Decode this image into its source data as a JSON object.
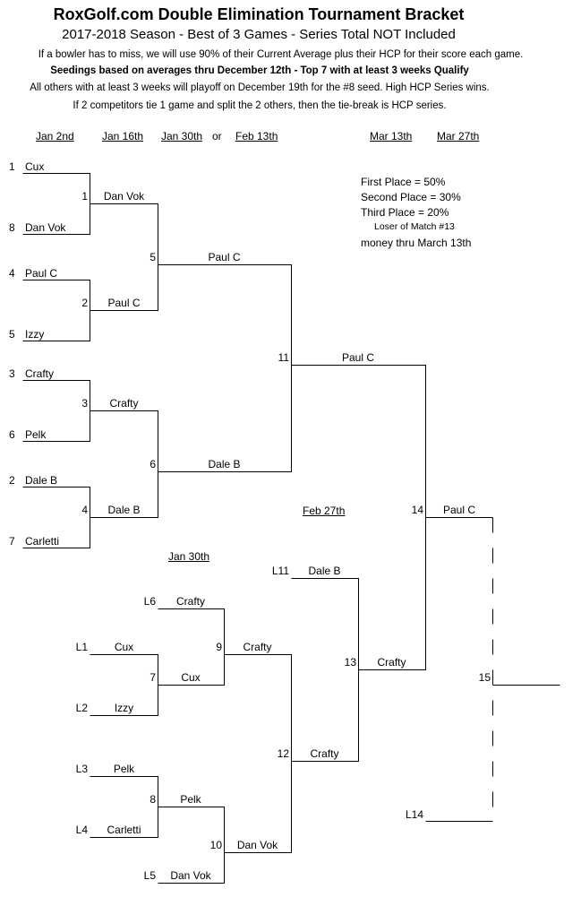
{
  "header": {
    "title": "RoxGolf.com Double Elimination Tournament Bracket",
    "subtitle": "2017-2018 Season - Best of 3 Games - Series Total NOT Included",
    "note1": "If a bowler has to miss, we will use 90% of their Current Average plus their HCP for their score each game.",
    "note2": "Seedings based on averages thru December 12th - Top 7 with at least 3 weeks Qualify",
    "note3": "All others with at least 3 weeks will playoff on December 19th for the #8 seed.  High HCP Series wins.",
    "note4": "If 2 competitors tie 1 game and split the 2 others, then the tie-break is HCP series."
  },
  "dates": {
    "d1": "Jan 2nd",
    "d2": "Jan 16th",
    "d3": "Jan 30th",
    "or": "or",
    "d4": "Feb 13th",
    "d5": "Mar 13th",
    "d6": "Mar 27th",
    "feb27": "Feb 27th",
    "jan30b": "Jan 30th"
  },
  "prizes": {
    "first": "First Place = 50%",
    "second": "Second Place = 30%",
    "third": "Third Place = 20%",
    "loser": "Loser of Match #13",
    "money": "money thru March 13th"
  },
  "seeds": [
    {
      "seed": "1",
      "name": "Cux"
    },
    {
      "seed": "8",
      "name": "Dan Vok"
    },
    {
      "seed": "4",
      "name": "Paul C"
    },
    {
      "seed": "5",
      "name": "Izzy"
    },
    {
      "seed": "3",
      "name": "Crafty"
    },
    {
      "seed": "6",
      "name": "Pelk"
    },
    {
      "seed": "2",
      "name": "Dale B"
    },
    {
      "seed": "7",
      "name": "Carletti"
    }
  ],
  "winners_bracket": {
    "m1": {
      "num": "1",
      "winner": "Dan Vok"
    },
    "m2": {
      "num": "2",
      "winner": "Paul C"
    },
    "m3": {
      "num": "3",
      "winner": "Crafty"
    },
    "m4": {
      "num": "4",
      "winner": "Dale B"
    },
    "m5": {
      "num": "5",
      "winner": "Paul C"
    },
    "m6": {
      "num": "6",
      "winner": "Dale B"
    },
    "m11": {
      "num": "11",
      "winner": "Paul C"
    },
    "m14": {
      "num": "14",
      "winner": "Paul C"
    },
    "m15": {
      "num": "15"
    }
  },
  "losers_bracket": {
    "l6": {
      "label": "L6",
      "name": "Crafty"
    },
    "l1": {
      "label": "L1",
      "name": "Cux"
    },
    "l2": {
      "label": "L2",
      "name": "Izzy"
    },
    "l3": {
      "label": "L3",
      "name": "Pelk"
    },
    "l4": {
      "label": "L4",
      "name": "Carletti"
    },
    "l5": {
      "label": "L5",
      "name": "Dan Vok"
    },
    "l11": {
      "label": "L11",
      "name": "Dale B"
    },
    "l14": {
      "label": "L14"
    },
    "m7": {
      "num": "7",
      "winner": "Cux"
    },
    "m8": {
      "num": "8",
      "winner": "Pelk"
    },
    "m9": {
      "num": "9",
      "winner": "Crafty"
    },
    "m10": {
      "num": "10",
      "winner": "Dan Vok"
    },
    "m12": {
      "num": "12",
      "winner": "Crafty"
    },
    "m13": {
      "num": "13",
      "winner": "Crafty"
    }
  }
}
